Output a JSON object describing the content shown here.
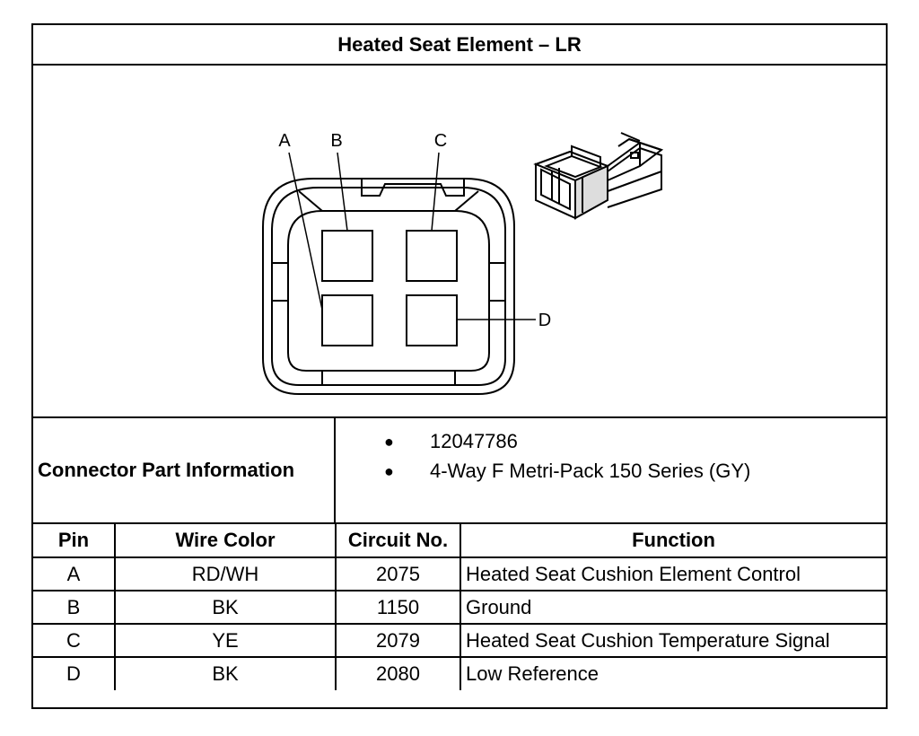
{
  "title": "Heated Seat Element – LR",
  "connector": {
    "pin_labels": [
      "A",
      "B",
      "C",
      "D"
    ]
  },
  "info": {
    "label": "Connector Part Information",
    "items": [
      "12047786",
      "4-Way F Metri-Pack 150 Series (GY)"
    ]
  },
  "table": {
    "headers": [
      "Pin",
      "Wire Color",
      "Circuit No.",
      "Function"
    ],
    "rows": [
      [
        "A",
        "RD/WH",
        "2075",
        "Heated Seat Cushion Element Control"
      ],
      [
        "B",
        "BK",
        "1150",
        "Ground"
      ],
      [
        "C",
        "YE",
        "2079",
        "Heated Seat Cushion Temperature Signal"
      ],
      [
        "D",
        "BK",
        "2080",
        "Low Reference"
      ]
    ]
  }
}
